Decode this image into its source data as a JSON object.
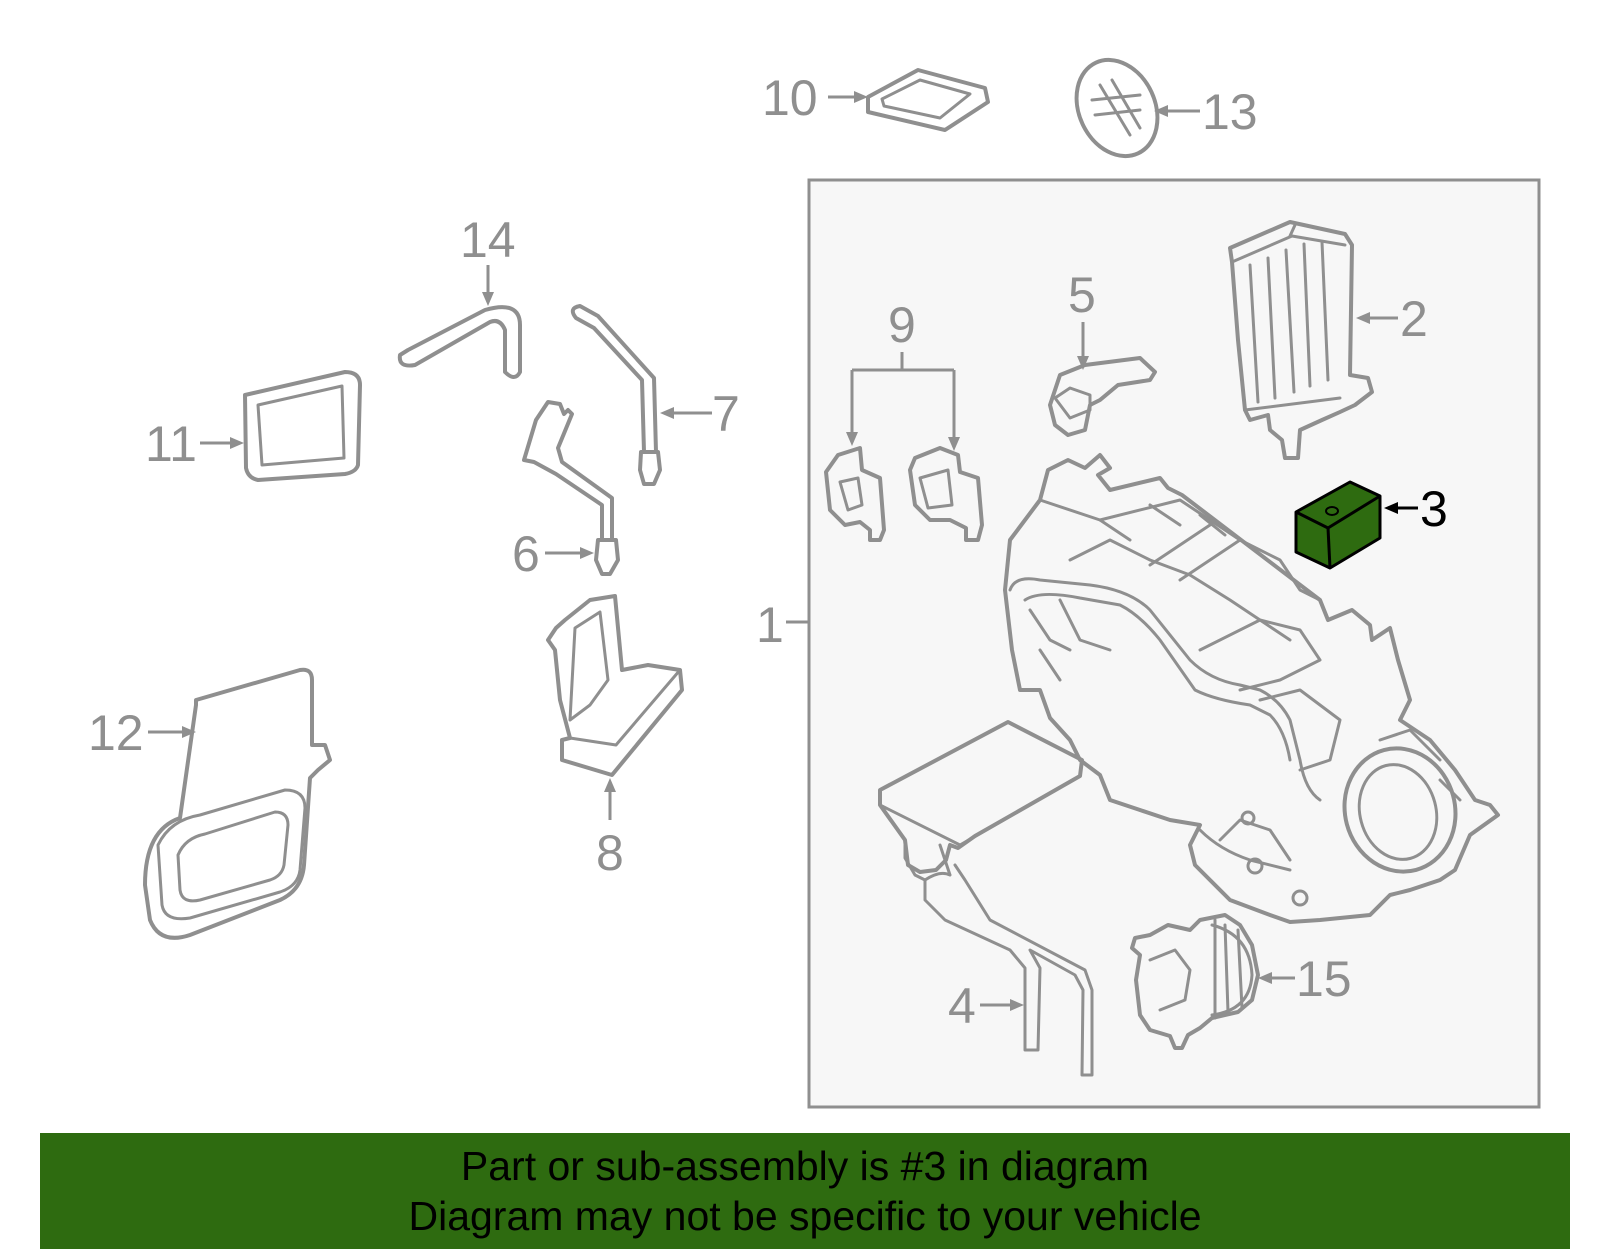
{
  "callouts": [
    {
      "id": "1",
      "label": "1"
    },
    {
      "id": "2",
      "label": "2"
    },
    {
      "id": "3",
      "label": "3"
    },
    {
      "id": "4",
      "label": "4"
    },
    {
      "id": "5",
      "label": "5"
    },
    {
      "id": "6",
      "label": "6"
    },
    {
      "id": "7",
      "label": "7"
    },
    {
      "id": "8",
      "label": "8"
    },
    {
      "id": "9",
      "label": "9"
    },
    {
      "id": "10",
      "label": "10"
    },
    {
      "id": "11",
      "label": "11"
    },
    {
      "id": "12",
      "label": "12"
    },
    {
      "id": "13",
      "label": "13"
    },
    {
      "id": "14",
      "label": "14"
    },
    {
      "id": "15",
      "label": "15"
    }
  ],
  "highlighted_part": "3",
  "colors": {
    "line": "#8f8f8f",
    "highlight_fill": "#2e6b10",
    "banner_bg": "#2e6b10",
    "assembly_box_bg": "#f7f7f7"
  },
  "banner": {
    "line1": "Part or sub-assembly is #3 in diagram",
    "line2": "Diagram may not be specific to your vehicle"
  }
}
